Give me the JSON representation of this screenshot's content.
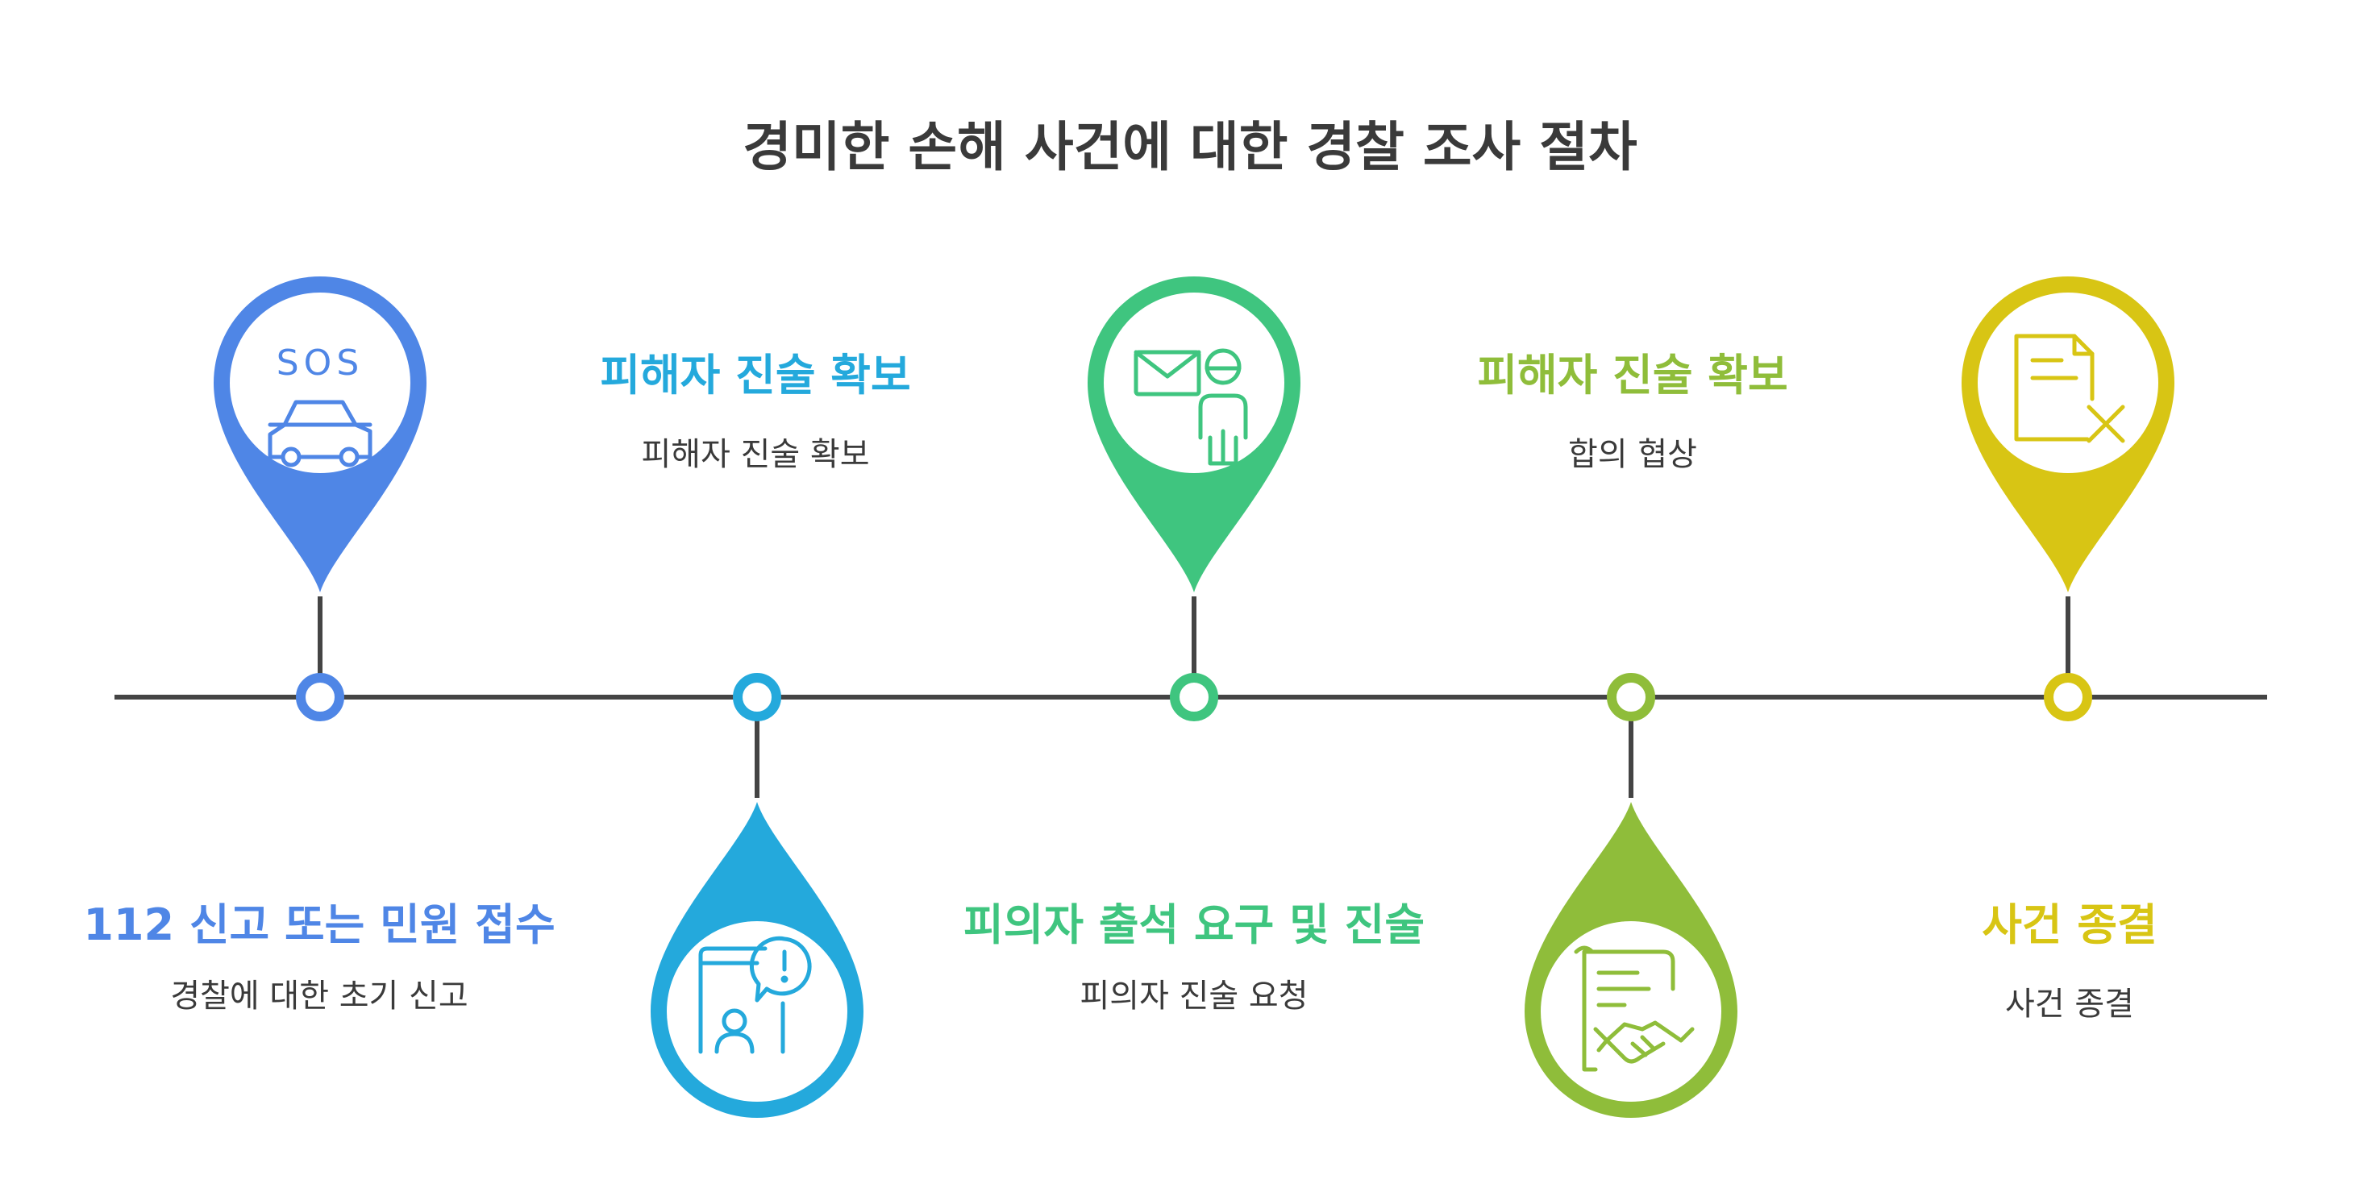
{
  "title": "경미한 손해 사건에 대한 경찰 조사 절차",
  "steps": [
    {
      "heading": "112 신고 또는 민원 접수",
      "desc": "경찰에 대한 초기 신고",
      "color": "#4f86e6",
      "icon": "sos-car-icon"
    },
    {
      "heading": "피해자 진술 확보",
      "desc": "피해자 진술 확보",
      "color": "#24a9dc",
      "icon": "phone-alert-icon"
    },
    {
      "heading": "피의자 출석 요구 및 진술",
      "desc": "피의자 진술 요청",
      "color": "#3fc57f",
      "icon": "mail-person-icon"
    },
    {
      "heading": "피해자 진술 확보",
      "desc": "합의 협상",
      "color": "#8fbd3a",
      "icon": "handshake-document-icon"
    },
    {
      "heading": "사건 종결",
      "desc": "사건 종결",
      "color": "#d8c514",
      "icon": "document-close-icon"
    }
  ],
  "icon_text": {
    "sos": "SOS"
  }
}
